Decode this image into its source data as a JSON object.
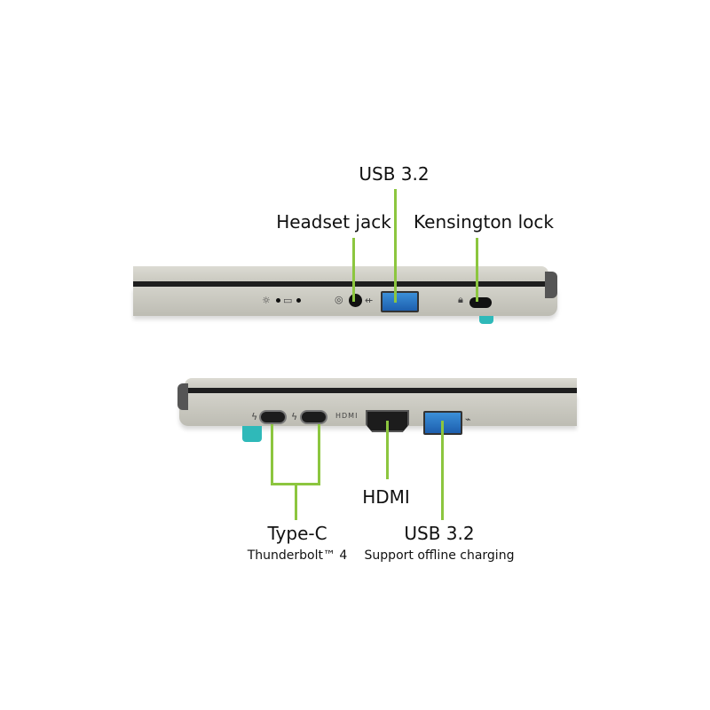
{
  "top_view": {
    "labels": {
      "usb": "USB 3.2",
      "headset": "Headset jack",
      "kensington": "Kensington lock"
    }
  },
  "bottom_view": {
    "labels": {
      "typec": "Type-C",
      "typec_sub": "Thunderbolt™ 4",
      "hdmi": "HDMI",
      "usb": "USB 3.2",
      "usb_sub": "Support offline charging"
    },
    "hdmi_port_marking": "HDMI"
  },
  "colors": {
    "callout": "#8cc63f",
    "usb_port": "#2a78c8",
    "foot": "#2fb9b9"
  }
}
